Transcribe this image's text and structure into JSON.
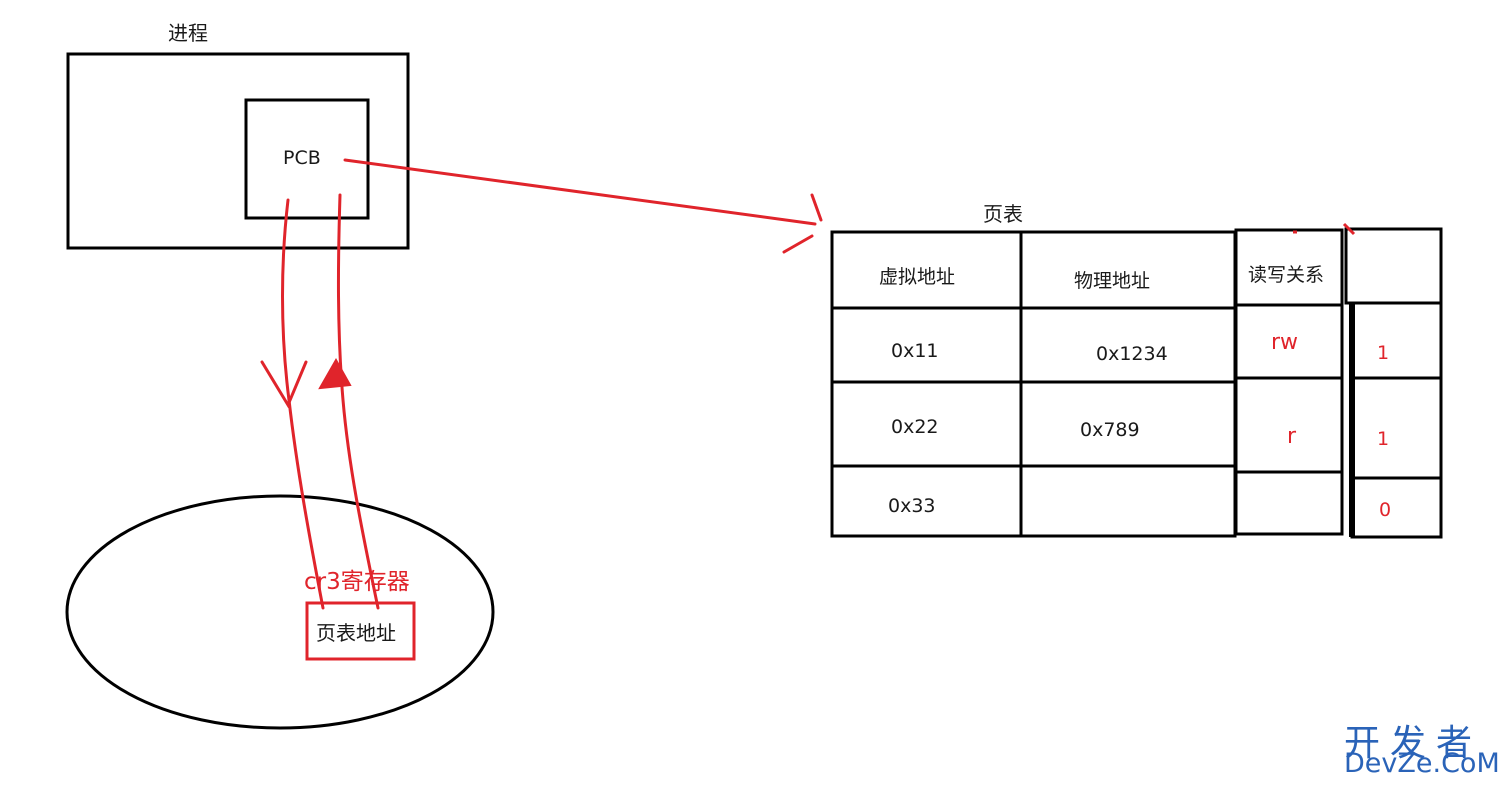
{
  "process": {
    "title": "进程",
    "pcb_label": "PCB"
  },
  "register": {
    "name": "cr3寄存器",
    "content": "页表地址"
  },
  "page_table": {
    "title": "页表",
    "headers": [
      "虚拟地址",
      "物理地址",
      "读写关系",
      ""
    ],
    "rows": [
      {
        "virtual": "0x11",
        "physical": "0x1234",
        "perm": "rw",
        "flag": "1"
      },
      {
        "virtual": "0x22",
        "physical": "0x789",
        "perm": "r",
        "flag": "1"
      },
      {
        "virtual": "0x33",
        "physical": "",
        "perm": "",
        "flag": "0"
      }
    ]
  },
  "colors": {
    "annotation": "#e0242b",
    "line": "#000000",
    "watermark": "#2a63b8"
  },
  "watermark": {
    "line1": "开发者",
    "line2": "DevZe.CoM"
  }
}
